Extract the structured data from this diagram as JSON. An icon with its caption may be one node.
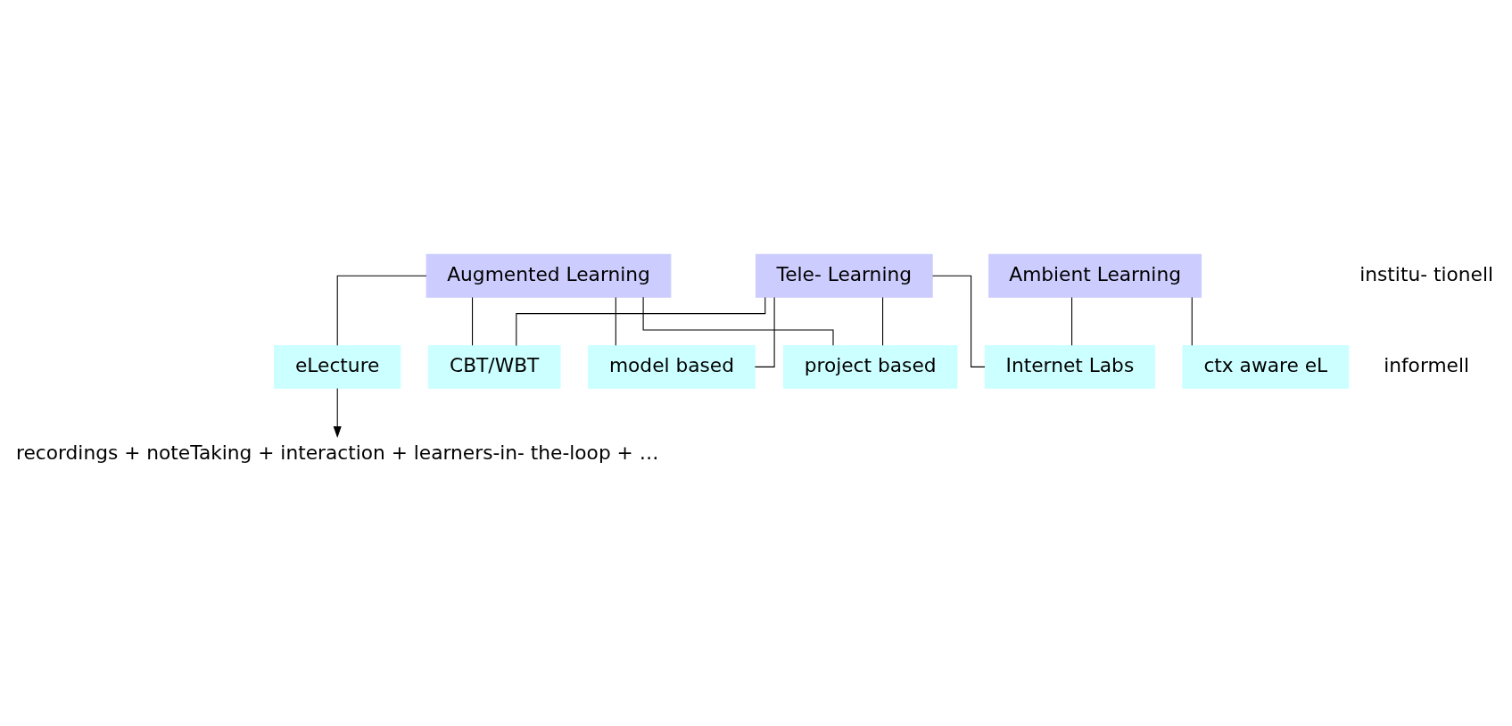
{
  "diagram": {
    "nodes": [
      {
        "text": [
          "Augmented Learning"
        ]
      },
      {
        "text": [
          "Tele- Learning"
        ]
      },
      {
        "text": [
          "Ambient Learning"
        ]
      },
      {
        "text": [
          "eLecture"
        ]
      },
      {
        "text": [
          "CBT/WBT"
        ]
      },
      {
        "text": [
          "model based"
        ]
      },
      {
        "text": [
          "project based"
        ]
      },
      {
        "text": [
          "Internet Labs"
        ]
      },
      {
        "text": [
          "ctx aware eL"
        ]
      },
      {
        "text": [
          "recordings + noteTaking + interaction + learners-in- the-loop + …"
        ]
      }
    ],
    "edges": [
      {
        "from": 0,
        "to": 3,
        "arrow": "none"
      },
      {
        "from": 0,
        "to": 4,
        "arrow": "none"
      },
      {
        "from": 0,
        "to": 5,
        "arrow": "none"
      },
      {
        "from": 0,
        "to": 6,
        "arrow": "none"
      },
      {
        "from": 1,
        "to": 4,
        "arrow": "none"
      },
      {
        "from": 1,
        "to": 5,
        "arrow": "none"
      },
      {
        "from": 1,
        "to": 6,
        "arrow": "none"
      },
      {
        "from": 1,
        "to": 7,
        "arrow": "none"
      },
      {
        "from": 2,
        "to": 7,
        "arrow": "none"
      },
      {
        "from": 2,
        "to": 8,
        "arrow": "none"
      },
      {
        "from": 3,
        "to": 9,
        "arrow": "to"
      }
    ],
    "labels": [
      "institu- tionell",
      "informell"
    ]
  }
}
